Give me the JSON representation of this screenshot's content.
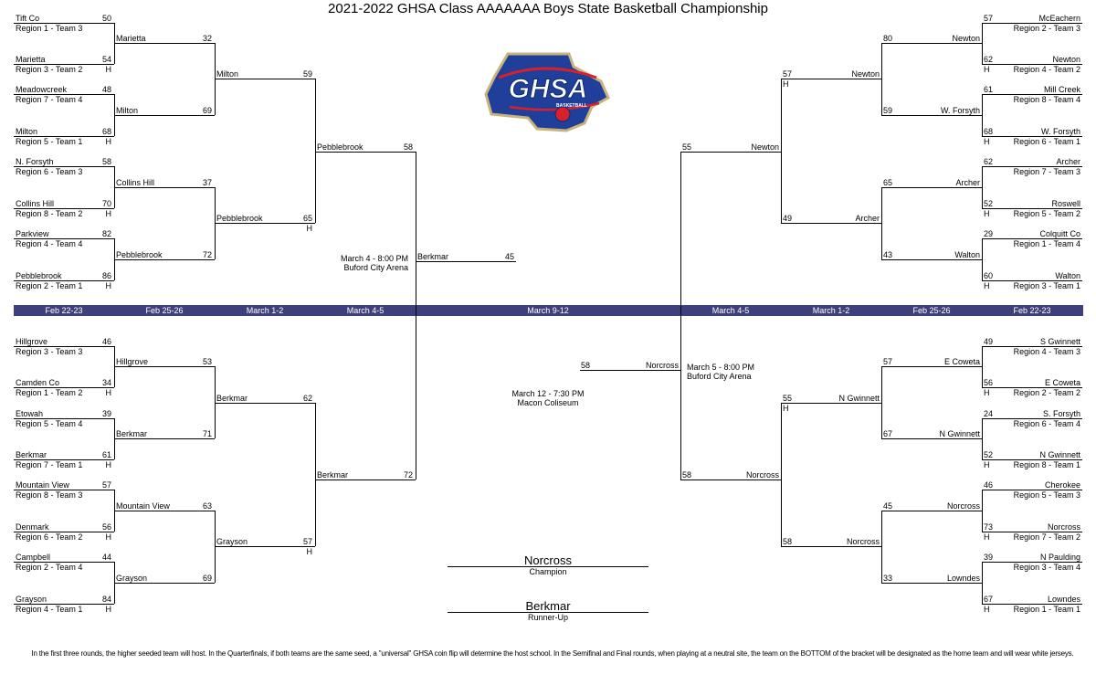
{
  "title": "2021-2022 GHSA Class AAAAAAA Boys State Basketball Championship",
  "logo": {
    "text": "GHSA",
    "subtext": "BASKETBALL",
    "colors": {
      "blue": "#1f3f9a",
      "gold": "#c9b37a",
      "red": "#d8202a"
    }
  },
  "colors": {
    "round_bar": "#3f3f7c"
  },
  "rounds": [
    "Feb 22-23",
    "Feb 25-26",
    "March 1-2",
    "March 4-5",
    "March 9-12",
    "March 4-5",
    "March 1-2",
    "Feb 25-26",
    "Feb 22-23"
  ],
  "bracket": {
    "left_top": {
      "r1": [
        {
          "name": "Tift Co",
          "score": "50",
          "region": "Region 1 - Team 3"
        },
        {
          "name": "Marietta",
          "score": "54",
          "region": "Region 3 - Team 2",
          "host": "H"
        },
        {
          "name": "Meadowcreek",
          "score": "48",
          "region": "Region 7 - Team 4"
        },
        {
          "name": "Milton",
          "score": "68",
          "region": "Region 5 - Team 1",
          "host": "H"
        },
        {
          "name": "N. Forsyth",
          "score": "58",
          "region": "Region 6 - Team 3"
        },
        {
          "name": "Collins Hill",
          "score": "70",
          "region": "Region 8 - Team 2",
          "host": "H"
        },
        {
          "name": "Parkview",
          "score": "82",
          "region": "Region 4 - Team 4"
        },
        {
          "name": "Pebblebrook",
          "score": "86",
          "region": "Region 2 - Team 1",
          "host": "H"
        }
      ],
      "r2": [
        {
          "name": "Marietta",
          "score": "32"
        },
        {
          "name": "Milton",
          "score": "69"
        },
        {
          "name": "Collins Hill",
          "score": "37"
        },
        {
          "name": "Pebblebrook",
          "score": "72"
        }
      ],
      "r3": [
        {
          "name": "Milton",
          "score": "59"
        },
        {
          "name": "Pebblebrook",
          "score": "65",
          "host": "H"
        }
      ],
      "r4": [
        {
          "name": "Pebblebrook",
          "score": "58"
        }
      ]
    },
    "left_bottom": {
      "r1": [
        {
          "name": "Hillgrove",
          "score": "46",
          "region": "Region 3 - Team 3"
        },
        {
          "name": "Camden Co",
          "score": "34",
          "region": "Region 1 - Team 2",
          "host": "H"
        },
        {
          "name": "Etowah",
          "score": "39",
          "region": "Region 5 - Team 4"
        },
        {
          "name": "Berkmar",
          "score": "61",
          "region": "Region 7 - Team 1",
          "host": "H"
        },
        {
          "name": "Mountain View",
          "score": "57",
          "region": "Region 8 - Team 3"
        },
        {
          "name": "Denmark",
          "score": "56",
          "region": "Region 6 - Team 2",
          "host": "H"
        },
        {
          "name": "Campbell",
          "score": "44",
          "region": "Region 2 - Team 4"
        },
        {
          "name": "Grayson",
          "score": "84",
          "region": "Region 4 - Team 1",
          "host": "H"
        }
      ],
      "r2": [
        {
          "name": "Hillgrove",
          "score": "53"
        },
        {
          "name": "Berkmar",
          "score": "71"
        },
        {
          "name": "Mountain View",
          "score": "63"
        },
        {
          "name": "Grayson",
          "score": "69"
        }
      ],
      "r3": [
        {
          "name": "Berkmar",
          "score": "62"
        },
        {
          "name": "Grayson",
          "score": "57",
          "host": "H"
        }
      ],
      "r4": [
        {
          "name": "Berkmar",
          "score": "72"
        }
      ]
    },
    "right_top": {
      "r1": [
        {
          "name": "McEachern",
          "score": "57",
          "region": "Region 2 - Team 3"
        },
        {
          "name": "Newton",
          "score": "62",
          "region": "Region 4 - Team 2",
          "host": "H"
        },
        {
          "name": "Mill Creek",
          "score": "61",
          "region": "Region  8 - Team 4"
        },
        {
          "name": "W. Forsyth",
          "score": "68",
          "region": "Region 6 - Team 1",
          "host": "H"
        },
        {
          "name": "Archer",
          "score": "62",
          "region": "Region 7 - Team 3"
        },
        {
          "name": "Roswell",
          "score": "52",
          "region": "Region 5 - Team 2",
          "host": "H"
        },
        {
          "name": "Colquitt Co",
          "score": "29",
          "region": "Region 1 - Team 4"
        },
        {
          "name": "Walton",
          "score": "60",
          "region": "Region 3 - Team 1",
          "host": "H"
        }
      ],
      "r2": [
        {
          "name": "Newton",
          "score": "80"
        },
        {
          "name": "W. Forsyth",
          "score": "59"
        },
        {
          "name": "Archer",
          "score": "65"
        },
        {
          "name": "Walton",
          "score": "43"
        }
      ],
      "r3": [
        {
          "name": "Newton",
          "score": "57",
          "host": "H"
        },
        {
          "name": "Archer",
          "score": "49"
        }
      ],
      "r4": [
        {
          "name": "Newton",
          "score": "55"
        }
      ]
    },
    "right_bottom": {
      "r1": [
        {
          "name": "S Gwinnett",
          "score": "49",
          "region": "Region 4 - Team 3"
        },
        {
          "name": "E Coweta",
          "score": "56",
          "region": "Region 2 - Team 2",
          "host": "H"
        },
        {
          "name": "S. Forsyth",
          "score": "24",
          "region": "Region 6 - Team 4"
        },
        {
          "name": "N Gwinnett",
          "score": "52",
          "region": "Region 8 - Team 1",
          "host": "H"
        },
        {
          "name": "Cherokee",
          "score": "46",
          "region": "Region 5 - Team 3"
        },
        {
          "name": "Norcross",
          "score": "73",
          "region": "Region 7 - Team 2",
          "host": "H"
        },
        {
          "name": "N Paulding",
          "score": "39",
          "region": "Region 3 - Team 4"
        },
        {
          "name": "Lowndes",
          "score": "67",
          "region": "Region 1 - Team 1",
          "host": "H"
        }
      ],
      "r2": [
        {
          "name": "E Coweta",
          "score": "57"
        },
        {
          "name": "N Gwinnett",
          "score": "67"
        },
        {
          "name": "Norcross",
          "score": "45"
        },
        {
          "name": "Lowndes",
          "score": "33"
        }
      ],
      "r3": [
        {
          "name": "N Gwinnett",
          "score": "55",
          "host": "H"
        },
        {
          "name": "Norcross",
          "score": "58"
        }
      ],
      "r4": [
        {
          "name": "Norcross",
          "score": "58"
        }
      ]
    },
    "final_left": {
      "name": "Berkmar",
      "score": "45"
    },
    "final_right": {
      "name": "Norcross",
      "score": "58"
    }
  },
  "venues": {
    "semi_left": {
      "date": "March 4 - 8:00 PM",
      "place": "Buford City Arena"
    },
    "semi_right": {
      "date": "March 5 - 8:00 PM",
      "place": "Buford City Arena"
    },
    "final": {
      "date": "March 12 - 7:30 PM",
      "place": "Macon Coliseum"
    }
  },
  "champion": {
    "name": "Norcross",
    "label": "Champion"
  },
  "runner_up": {
    "name": "Berkmar",
    "label": "Runner-Up"
  },
  "footer": "In the first three rounds, the higher seeded team will host. In the Quarterfinals, if both teams are the same seed, a \"universal\" GHSA coin flip will determine the host school. In the Semifinal and Final rounds, when playing at a neutral site, the team on the BOTTOM of the bracket will be designated as the home team and will wear white jerseys."
}
